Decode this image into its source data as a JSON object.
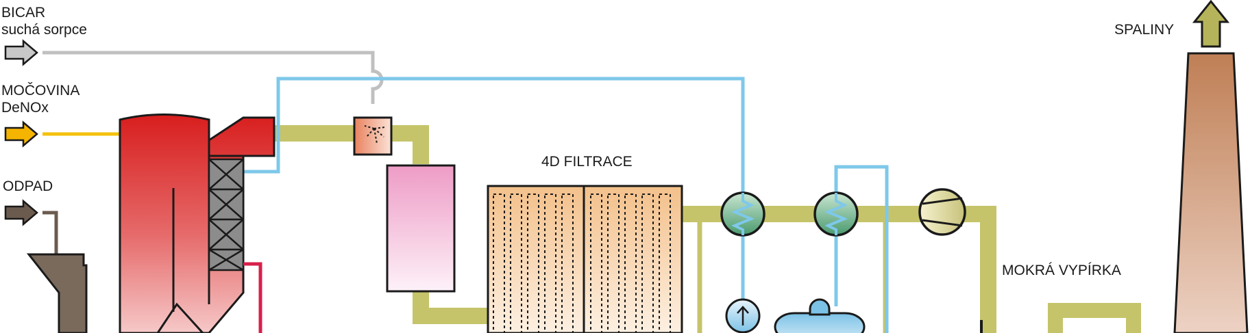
{
  "labels": {
    "bicar_line1": "BICAR",
    "bicar_line2": "suchá sorpce",
    "mocovina_line1": "MOČOVINA",
    "mocovina_line2": "DeNOx",
    "odpad": "ODPAD",
    "filtrace": "4D FILTRACE",
    "mokra_vypirka": "MOKRÁ VYPÍRKA",
    "spaliny": "SPALINY"
  },
  "colors": {
    "flue_duct": "#c5c46a",
    "water_line": "#7ec8ea",
    "bicar_line": "#c0c0c0",
    "urea_line": "#f4c20d",
    "waste_arrow": "#6b5b4e",
    "boiler_red": "#d42020",
    "hot_line": "#d8204a",
    "outline": "#1a1a1a"
  },
  "icons": {
    "input_arrow": "arrow-right-icon",
    "output_arrow": "arrow-up-icon",
    "heat_exchanger": "heat-exchanger-icon",
    "fan": "fan-icon",
    "pump": "pump-icon",
    "spray": "spray-nozzle-icon"
  }
}
